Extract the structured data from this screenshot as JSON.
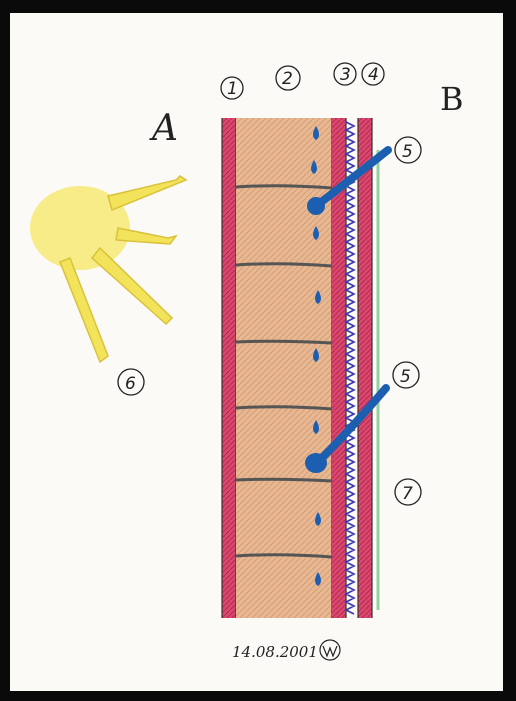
{
  "labels": {
    "side_a": "A",
    "side_b": "B",
    "n1": "1",
    "n2": "2",
    "n3": "3",
    "n4": "4",
    "n5_top": "5",
    "n5_bottom": "5",
    "n6": "6",
    "n7": "7"
  },
  "signature": {
    "date": "14.08.2001"
  },
  "colors": {
    "paper": "#fbfaf7",
    "border": "#0a0a0a",
    "insulation": "#e2b08a",
    "membrane_red": "#cc2f55",
    "water_blue": "#1c5fb0",
    "coil_blue": "#3b36b8",
    "sun_yellow": "#f3e35a",
    "green_layer": "#7cc88a"
  },
  "icons": [
    "sun-icon",
    "water-drop-icon",
    "leak-pipe-icon"
  ]
}
